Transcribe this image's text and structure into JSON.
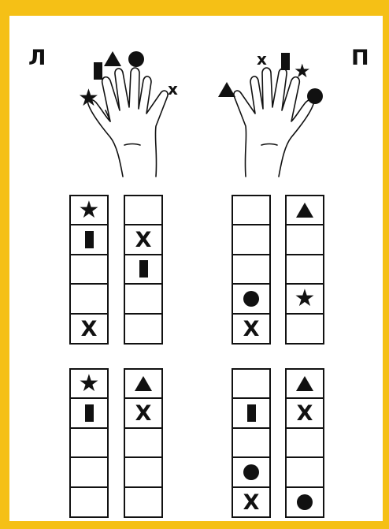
{
  "colors": {
    "frame": "#f5c016",
    "ink": "#111111",
    "paper": "#ffffff"
  },
  "header": {
    "left_label": "Л",
    "right_label": "П"
  },
  "left_hand": {
    "finger_marks": [
      {
        "finger": "thumb",
        "icon": "star"
      },
      {
        "finger": "index",
        "icon": "rectangle"
      },
      {
        "finger": "middle",
        "icon": "triangle"
      },
      {
        "finger": "ring",
        "icon": "circle"
      },
      {
        "finger": "little",
        "icon": "cross",
        "text": "x"
      }
    ]
  },
  "right_hand": {
    "finger_marks": [
      {
        "finger": "thumb",
        "icon": "triangle"
      },
      {
        "finger": "index",
        "icon": "cross",
        "text": "x"
      },
      {
        "finger": "middle",
        "icon": "rectangle"
      },
      {
        "finger": "ring",
        "icon": "star"
      },
      {
        "finger": "little",
        "icon": "circle"
      }
    ]
  },
  "grids": [
    {
      "id": "top-left-a",
      "cells": [
        "star",
        "rectangle",
        "",
        "",
        "cross"
      ]
    },
    {
      "id": "top-left-b",
      "cells": [
        "",
        "cross",
        "rectangle",
        "",
        ""
      ]
    },
    {
      "id": "top-right-a",
      "cells": [
        "",
        "",
        "",
        "circle",
        "cross"
      ]
    },
    {
      "id": "top-right-b",
      "cells": [
        "triangle",
        "",
        "",
        "star",
        ""
      ]
    },
    {
      "id": "bottom-left-a",
      "cells": [
        "star",
        "rectangle",
        "",
        "",
        ""
      ]
    },
    {
      "id": "bottom-left-b",
      "cells": [
        "triangle",
        "cross",
        "",
        "",
        ""
      ]
    },
    {
      "id": "bottom-right-a",
      "cells": [
        "",
        "rectangle",
        "",
        "circle",
        "cross"
      ]
    },
    {
      "id": "bottom-right-b",
      "cells": [
        "triangle",
        "cross",
        "",
        "",
        "circle"
      ]
    }
  ],
  "symbols": {
    "star": "★",
    "cross": "X"
  }
}
